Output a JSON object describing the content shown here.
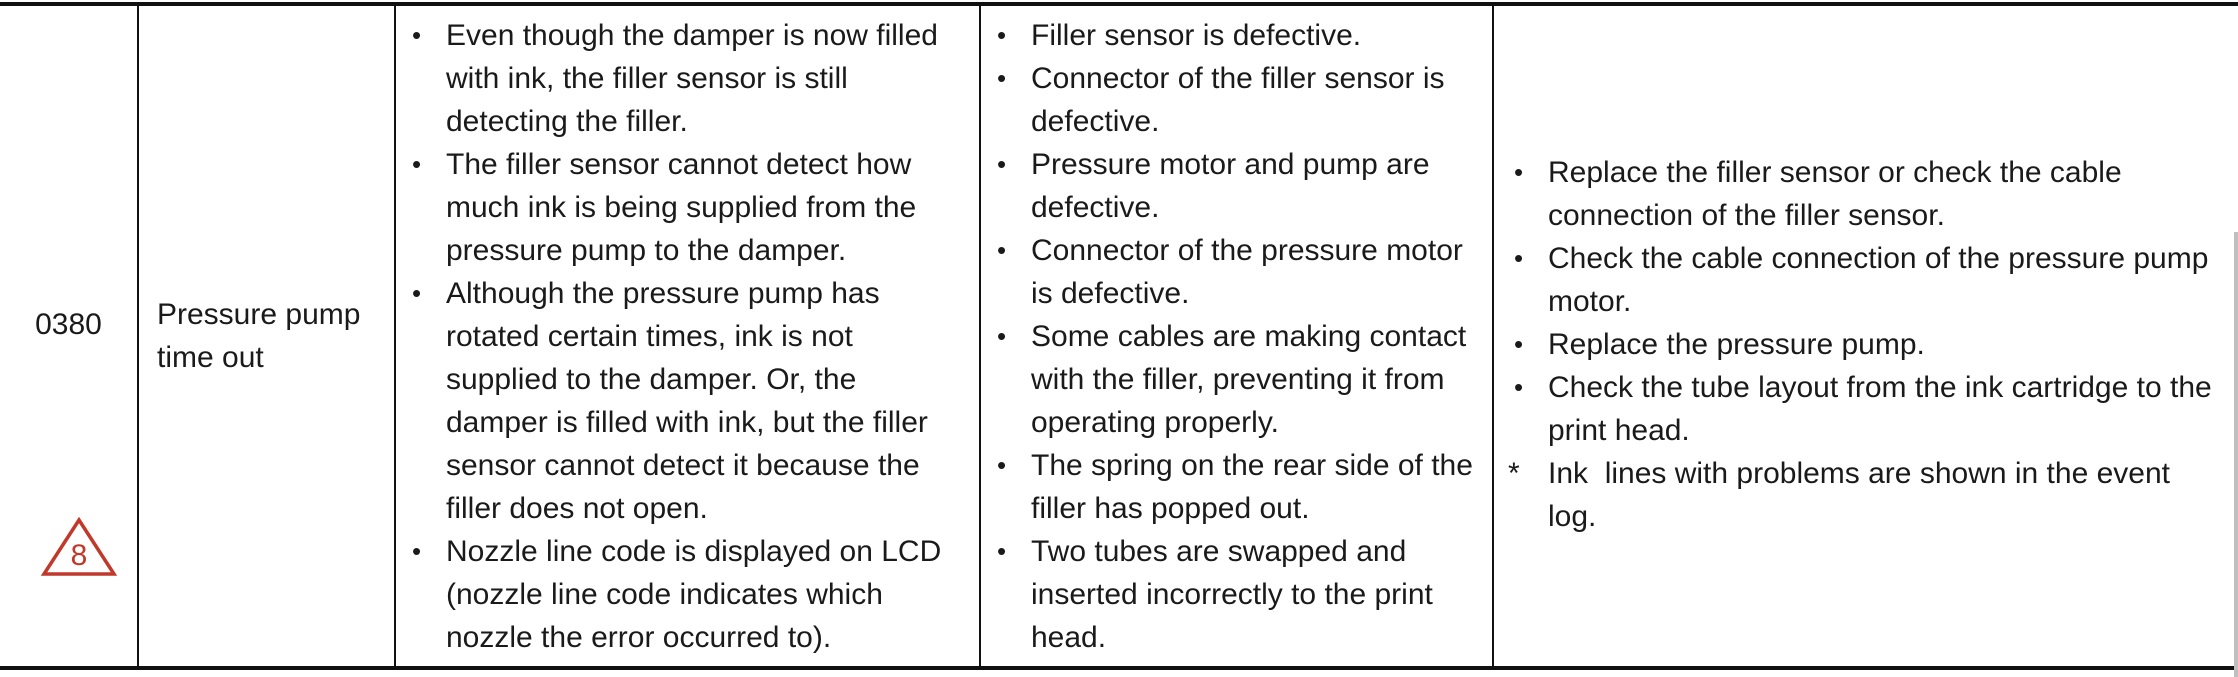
{
  "row": {
    "code": "0380",
    "name": "Pressure pump time out",
    "name_lines": [
      "Pressure pump",
      "time out"
    ],
    "warning_icon": {
      "icon": "warning-triangle-icon",
      "number": "8",
      "color": "#c0392b"
    },
    "description": [
      "Even though the damper is now filled with ink, the filler sensor is still detecting the filler.",
      "The filler sensor cannot detect how much ink is being supplied from the pressure pump to the damper.",
      "Although the pressure pump has rotated certain times, ink is not supplied to the damper. Or, the damper is filled with ink, but the filler sensor cannot detect it because the filler does not open.",
      "Nozzle line code is displayed on LCD (nozzle line code indicates which nozzle the error occurred to)."
    ],
    "causes": [
      "Filler sensor is defective.",
      "Connector of the filler sensor is defective.",
      "Pressure motor and pump are defective.",
      "Connector of the pressure motor is defective.",
      "Some cables are making contact with the filler, preventing it from operating properly.",
      "The spring on the rear side of the filler has popped out.",
      "Two tubes are swapped and inserted incorrectly to the print head."
    ],
    "actions": [
      "Replace the filler sensor or check the cable connection of the filler sensor.",
      "Check the cable connection of the pressure pump motor.",
      "Replace the pressure pump.",
      "Check the tube layout from the ink cartridge to the print head."
    ],
    "note": {
      "marker": "*",
      "text": "Ink  lines with problems are shown in the event log."
    }
  },
  "bullet_char": "•"
}
